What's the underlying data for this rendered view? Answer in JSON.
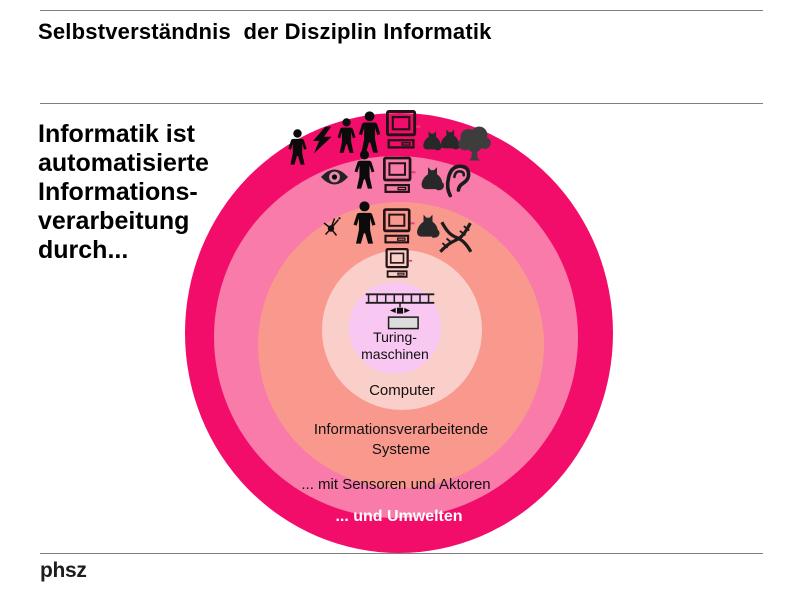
{
  "slide": {
    "title": "Selbstverständnis  der Disziplin Informatik",
    "intro_lines": [
      "Informatik ist",
      "automatisierte",
      "Informations-",
      "verarbeitung",
      "durch..."
    ],
    "logo_text": "phsz"
  },
  "diagram": {
    "description": "Concentric onion diagram of nested system levels",
    "rings": [
      {
        "name": "umwelten",
        "color": "#F20D6A",
        "label_color": "#FFFFFF",
        "label_lines": [
          "... und Umwelten"
        ]
      },
      {
        "name": "sensoren-aktoren",
        "color": "#F87BA9",
        "label_color": "#111111",
        "label_lines": [
          "... mit Sensoren und Aktoren"
        ]
      },
      {
        "name": "informationsverarbeitende-systeme",
        "color": "#F9998E",
        "label_color": "#111111",
        "label_lines": [
          "Informationsverarbeitende",
          "Systeme"
        ]
      },
      {
        "name": "computer",
        "color": "#FACFC9",
        "label_color": "#111111",
        "label_lines": [
          "Computer"
        ]
      },
      {
        "name": "turingmaschinen",
        "color": "#F8C8F2",
        "label_color": "#111111",
        "label_lines": [
          "Turing-",
          "maschinen"
        ]
      }
    ],
    "icon_rows": {
      "umwelten": [
        "person-icon",
        "lightning-icon",
        "two-people-icon",
        "computer-icon",
        "two-cats-icon",
        "tree-icon"
      ],
      "sensoren-aktoren": [
        "eye-icon",
        "person-icon",
        "computer-icon",
        "cat-icon",
        "ear-icon"
      ],
      "informationsverarbeitende-systeme": [
        "neuron-spark-icon",
        "person-icon",
        "computer-icon",
        "cat-icon",
        "dna-icon"
      ],
      "computer": [
        "computer-icon"
      ],
      "turingmaschinen": [
        "turing-machine-icon"
      ]
    }
  },
  "colors": {
    "rule_gray": "#7F7F7F",
    "accent_dash": "#EE3A6E",
    "icon_black": "#0B0B0B",
    "icon_dark_gray": "#3D3D3D"
  }
}
